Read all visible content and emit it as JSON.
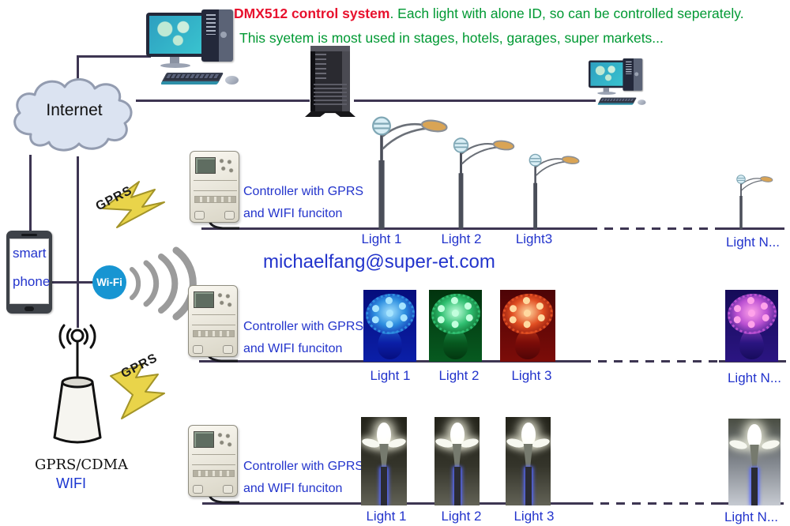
{
  "header": {
    "title": "DMX512 control system",
    "title_suffix": ". Each light with alone ID, so can be controlled seperately.",
    "subtitle": "This syetem is most used in stages, hotels, garages, super markets...",
    "title_color": "#e8112d",
    "subtitle_color": "#009933"
  },
  "contact": {
    "email": "michaelfang@super-et.com"
  },
  "internet": {
    "label": "Internet"
  },
  "smartphone": {
    "line1": "smart",
    "line2": "phone"
  },
  "wifi": {
    "label": "Wi-Fi",
    "badge_color": "#1795d2"
  },
  "gprs": {
    "bolt1_label": "GPRS",
    "bolt2_label": "GPRS"
  },
  "antenna": {
    "label1": "GPRS/CDMA",
    "label2": "WIFI"
  },
  "controllers": [
    {
      "line1": "Controller with GPRS",
      "line2": "and WIFI funciton"
    },
    {
      "line1": "Controller with GPRS",
      "line2": "and WIFI funciton"
    },
    {
      "line1": "Controller with GPRS",
      "line2": "and WIFI funciton"
    }
  ],
  "rows": [
    {
      "type": "street-lights-day",
      "lights": [
        {
          "label": "Light 1"
        },
        {
          "label": "Light 2"
        },
        {
          "label": "Light3"
        },
        {
          "label": "Light N..."
        }
      ]
    },
    {
      "type": "led-spotlights",
      "lights": [
        {
          "label": "Light 1",
          "palette": {
            "bg1": "#050d7c",
            "bg2": "#0b1fa8",
            "face": "#2e8fe0",
            "glow": "#a6e4ff"
          }
        },
        {
          "label": "Light 2",
          "palette": {
            "bg1": "#02330e",
            "bg2": "#075a20",
            "face": "#2fbf70",
            "glow": "#c2ffdd"
          }
        },
        {
          "label": "Light 3",
          "palette": {
            "bg1": "#4d0406",
            "bg2": "#7c0c08",
            "face": "#e14e22",
            "glow": "#ffd9a0"
          }
        },
        {
          "label": "Light N...",
          "palette": {
            "bg1": "#150b58",
            "bg2": "#2b1582",
            "face": "#bb50d2",
            "glow": "#ffa2ea"
          }
        }
      ]
    },
    {
      "type": "street-lamps-night",
      "lights": [
        {
          "label": "Light 1"
        },
        {
          "label": "Light 2"
        },
        {
          "label": "Light 3"
        },
        {
          "label": "Light N..."
        }
      ]
    }
  ],
  "colors": {
    "label_blue": "#2334cc",
    "line": "#3d3552",
    "bolt_yellow": "#e9d44a",
    "green": "#009933",
    "red": "#e8112d"
  }
}
